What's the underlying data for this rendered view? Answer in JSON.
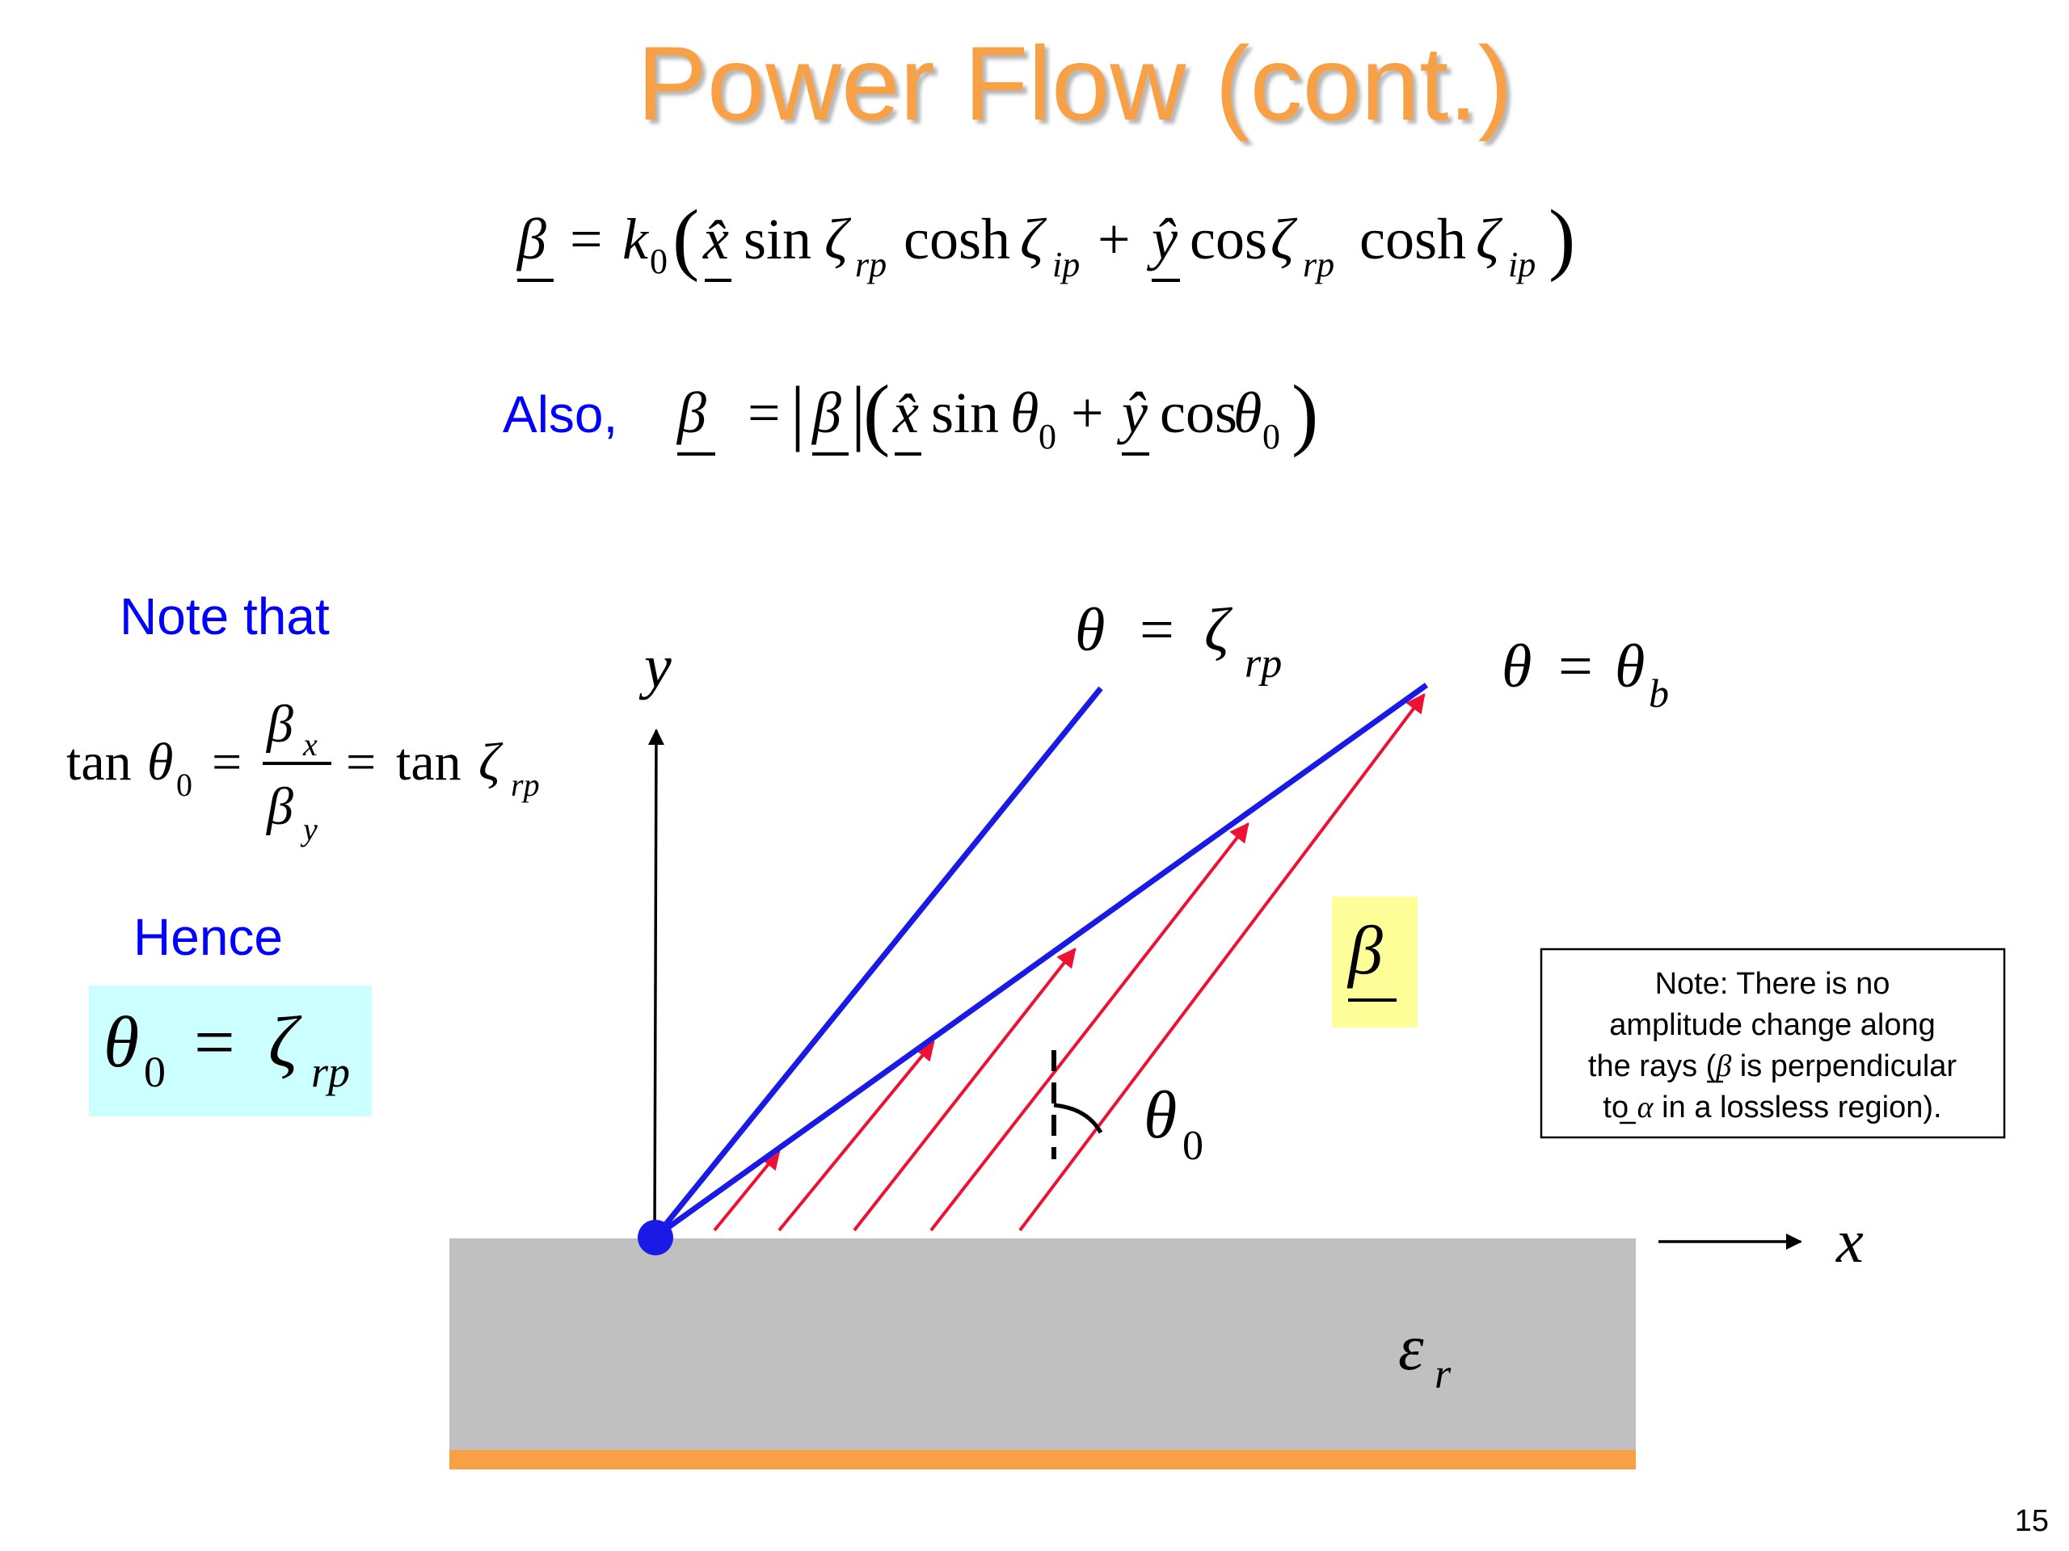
{
  "slide": {
    "title": "Power Flow (cont.)",
    "page_number": "15"
  },
  "equations": {
    "beta_definition": {
      "lhs": "β",
      "eq": "=",
      "k": "k",
      "k_sub": "0",
      "lparen": "(",
      "xhat": "x̂",
      "sin": "sin",
      "zeta": "ζ",
      "rp": "rp",
      "cosh": "cosh",
      "ip": "ip",
      "plus": "+",
      "yhat": "ŷ",
      "cos": "cos",
      "rparen": ")"
    },
    "also": {
      "label": "Also,",
      "beta": "β",
      "eq": "=",
      "bar": "|",
      "lparen": "(",
      "xhat": "x̂",
      "sin": "sin",
      "theta": "θ",
      "sub0": "0",
      "plus": "+",
      "yhat": "ŷ",
      "cos": "cos",
      "rparen": ")"
    },
    "tan_relation": {
      "tan": "tan",
      "theta": "θ",
      "sub0": "0",
      "eq": "=",
      "beta": "β",
      "x": "x",
      "y": "y",
      "zeta": "ζ",
      "rp": "rp"
    },
    "result": {
      "theta": "θ",
      "sub0": "0",
      "eq": "=",
      "zeta": "ζ",
      "rp": "rp"
    }
  },
  "labels": {
    "note_that": "Note that",
    "hence": "Hence",
    "beta_vector": "β"
  },
  "diagram": {
    "y_axis_label": "y",
    "x_axis_label": "x",
    "line_zeta": {
      "theta": "θ",
      "eq": "=",
      "zeta": "ζ",
      "sub": "rp"
    },
    "line_theta_b": {
      "theta": "θ",
      "eq": "=",
      "theta2": "θ",
      "sub": "b"
    },
    "angle_label": {
      "theta": "θ",
      "sub": "0"
    },
    "epsilon": {
      "symbol": "ε",
      "sub": "r"
    }
  },
  "note_box": {
    "line1": "Note: There is no",
    "line2": "amplitude change along",
    "line3_pre": "the rays (",
    "line3_beta": "β",
    "line3_post": " is perpendicular",
    "line4_pre": "to ",
    "line4_alpha": "α",
    "line4_post": " in a lossless region)."
  },
  "colors": {
    "title": "#F7A044",
    "blue_text": "#0000FF",
    "blue_line": "#1A1AE6",
    "red_ray": "#EE1133",
    "substrate": "#C0C0C0",
    "ground": "#F7A044",
    "beta_highlight": "#FFFF99",
    "result_highlight": "#CCFFFF"
  }
}
